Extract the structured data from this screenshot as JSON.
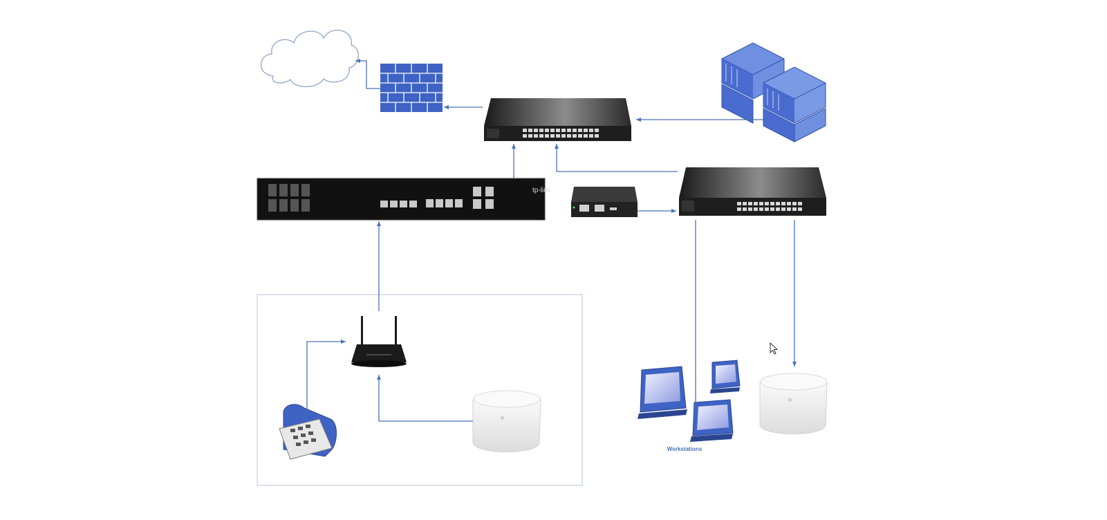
{
  "devices": {
    "internet": {
      "kind": "cloud"
    },
    "firewall": {
      "kind": "firewall"
    },
    "core_switch": {
      "kind": "switch",
      "ports": 28
    },
    "server_stack": {
      "kind": "servers",
      "units": 4
    },
    "olt_device": {
      "kind": "fiber-switch",
      "logo": "tp-link"
    },
    "sdn_controller": {
      "kind": "controller"
    },
    "access_switch": {
      "kind": "switch",
      "ports": 24
    },
    "wireless_router": {
      "kind": "router"
    },
    "voip_phone": {
      "kind": "phone"
    },
    "access_point_left": {
      "kind": "access-point"
    },
    "workstations": {
      "kind": "computers",
      "count": 3
    },
    "access_point_right": {
      "kind": "access-point"
    }
  },
  "labels": {
    "workstations_caption": "Workstations"
  },
  "colors": {
    "connector": "#4a72b8",
    "device_blue": "#3f63c4",
    "device_dark": "#1d1d1d",
    "zone_border": "#c9cedb",
    "caption": "#4a72b8"
  },
  "icons": {
    "cursor": "mouse-pointer-icon"
  }
}
